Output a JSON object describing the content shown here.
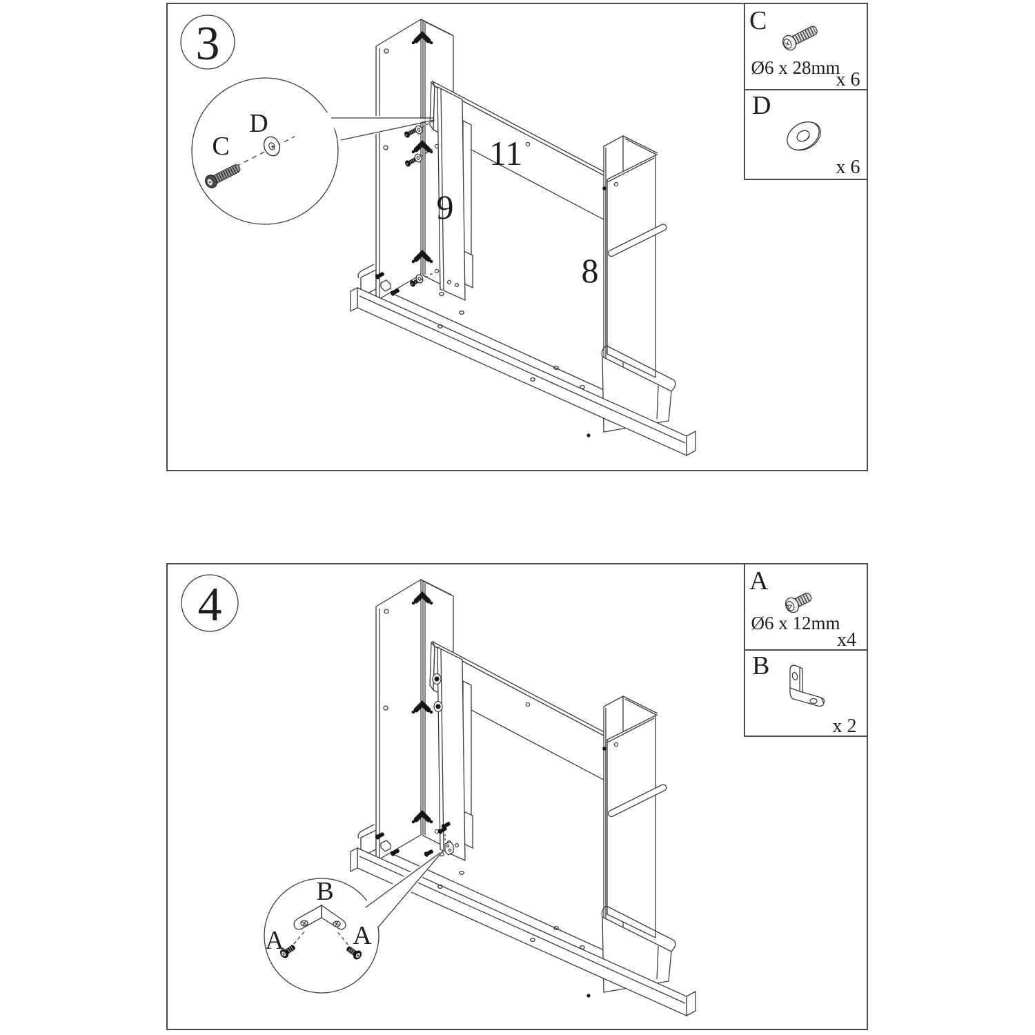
{
  "panel3": {
    "step": "3",
    "part_labels": {
      "rail": "11",
      "center_board": "9",
      "pillar": "8"
    },
    "detail_labels": {
      "screw": "C",
      "washer": "D"
    },
    "hardware": {
      "c": {
        "letter": "C",
        "size": "Ø6 x 28mm",
        "qty": "x 6"
      },
      "d": {
        "letter": "D",
        "qty": "x 6"
      }
    }
  },
  "panel4": {
    "step": "4",
    "detail_labels": {
      "bracket": "B",
      "screw_left": "A",
      "screw_right": "A"
    },
    "hardware": {
      "a": {
        "letter": "A",
        "size": "Ø6 x 12mm",
        "qty": "x4"
      },
      "b": {
        "letter": "B",
        "qty": "x 2"
      }
    }
  }
}
